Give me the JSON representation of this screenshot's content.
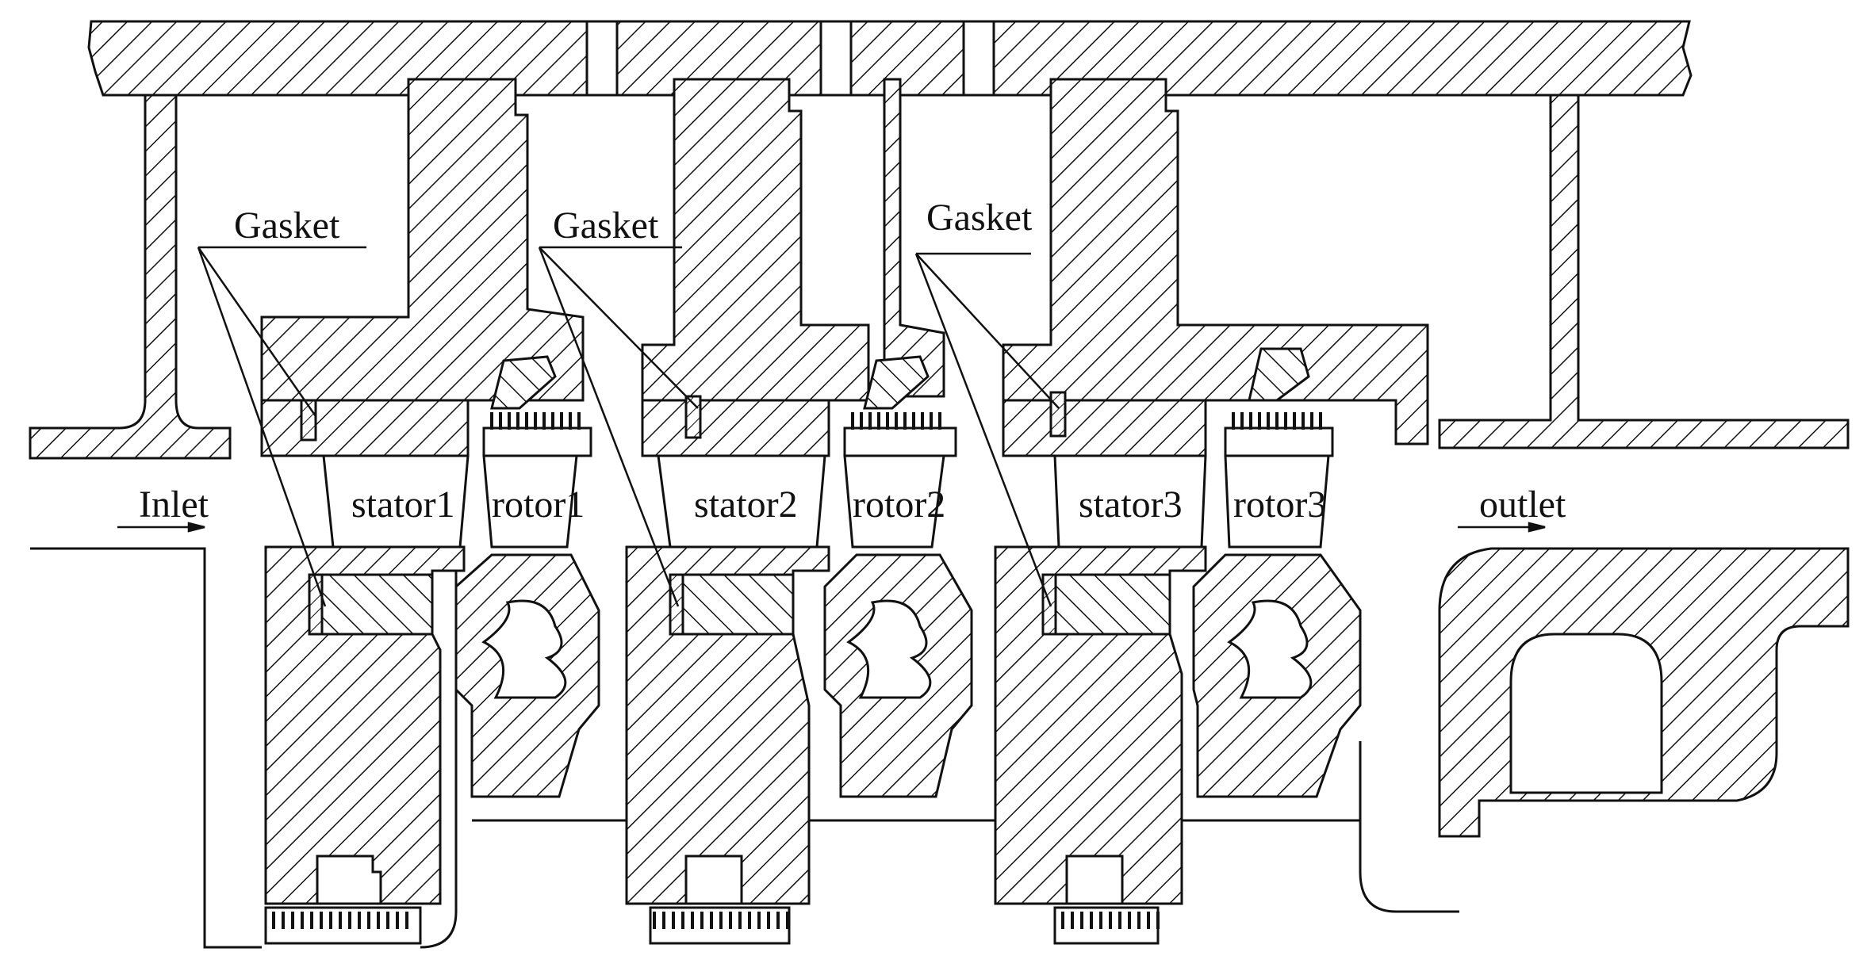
{
  "diagram": {
    "labels": {
      "gasket_1": "Gasket",
      "gasket_2": "Gasket",
      "gasket_3": "Gasket",
      "inlet": "Inlet",
      "outlet": "outlet",
      "stator_1": "stator1",
      "rotor_1": "rotor1",
      "stator_2": "stator2",
      "rotor_2": "rotor2",
      "stator_3": "stator3",
      "rotor_3": "rotor3"
    },
    "colors": {
      "line": "#111111",
      "hatch": "#111111",
      "background": "#ffffff"
    }
  }
}
